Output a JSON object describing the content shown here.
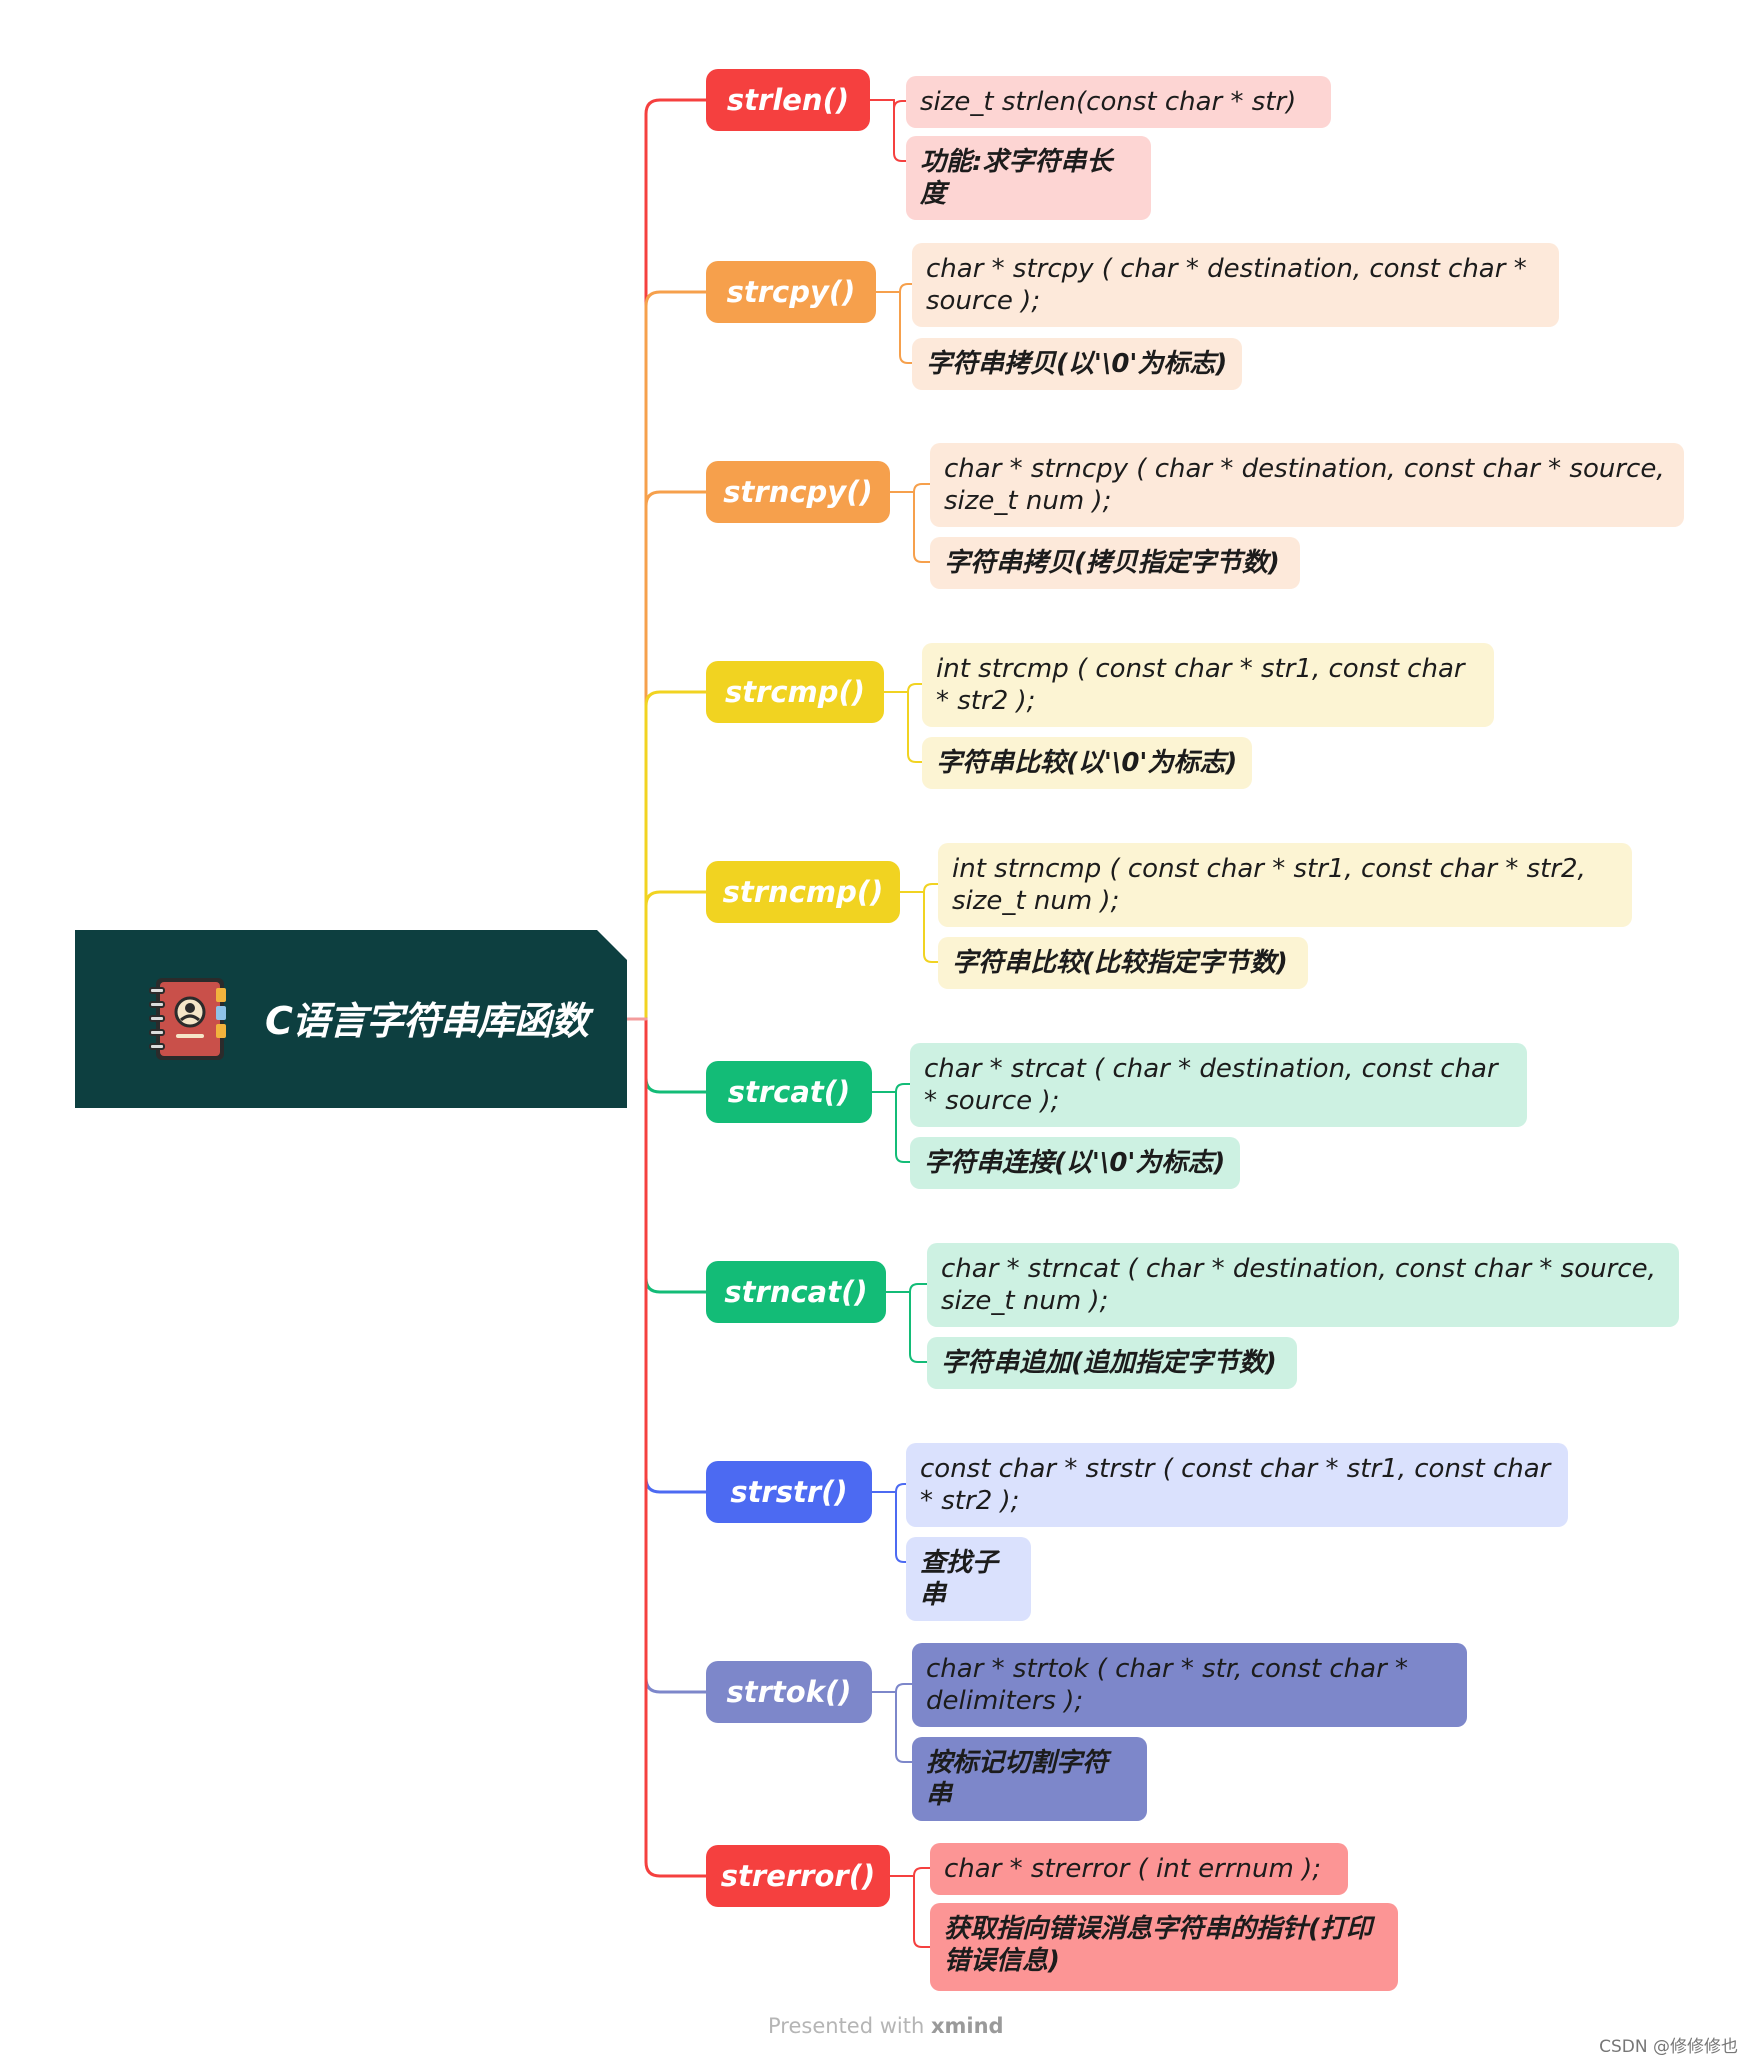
{
  "root": {
    "title": "C语言字符串库函数",
    "icon": "notebook-icon",
    "bg": "#0d3f40"
  },
  "functions": [
    {
      "name": "strlen()",
      "color": "#f5403f",
      "leaf_bg": "#fdd5d3",
      "code": "size_t strlen(const char * str)",
      "desc": "功能:求字符串长度"
    },
    {
      "name": "strcpy()",
      "color": "#f6a04c",
      "leaf_bg": "#fde9da",
      "code": "char * strcpy ( char * destination, const char * source );",
      "desc": "字符串拷贝(以'\\0'为标志)"
    },
    {
      "name": "strncpy()",
      "color": "#f6a04c",
      "leaf_bg": "#fde9da",
      "code": "char * strncpy ( char * destination, const char * source, size_t num );",
      "desc": "字符串拷贝(拷贝指定字节数)"
    },
    {
      "name": "strcmp()",
      "color": "#f1d321",
      "leaf_bg": "#fcf4d3",
      "code": "int strcmp ( const char * str1, const char * str2 );",
      "desc": "字符串比较(以'\\0'为标志)"
    },
    {
      "name": "strncmp()",
      "color": "#f1d321",
      "leaf_bg": "#fcf4d3",
      "code": "int strncmp ( const char * str1, const char * str2, size_t num );",
      "desc": "字符串比较(比较指定字节数)"
    },
    {
      "name": "strcat()",
      "color": "#13bc77",
      "leaf_bg": "#cdf1e2",
      "code": "char * strcat ( char * destination, const char * source );",
      "desc": "字符串连接(以'\\0'为标志)"
    },
    {
      "name": "strncat()",
      "color": "#13bc77",
      "leaf_bg": "#cdf1e2",
      "code": "char * strncat ( char * destination, const char * source, size_t num );",
      "desc": "字符串追加(追加指定字节数)"
    },
    {
      "name": "strstr()",
      "color": "#4c6af2",
      "leaf_bg": "#dae1fd",
      "code": "const char * strstr ( const char * str1, const char * str2 );",
      "desc": "查找子串"
    },
    {
      "name": "strtok()",
      "color": "#7d87ca",
      "leaf_bg": "#7d87ca",
      "code": "char * strtok ( char * str, const char * delimiters );",
      "desc": "按标记切割字符串"
    },
    {
      "name": "strerror()",
      "color": "#f5403f",
      "leaf_bg": "#fc9595",
      "code": "char * strerror ( int errnum );",
      "desc": "获取指向错误消息字符串的指针(打印错误信息)"
    }
  ],
  "footer": {
    "prefix": "Presented with",
    "brand": "xmind"
  },
  "credit": "CSDN @修修修也"
}
